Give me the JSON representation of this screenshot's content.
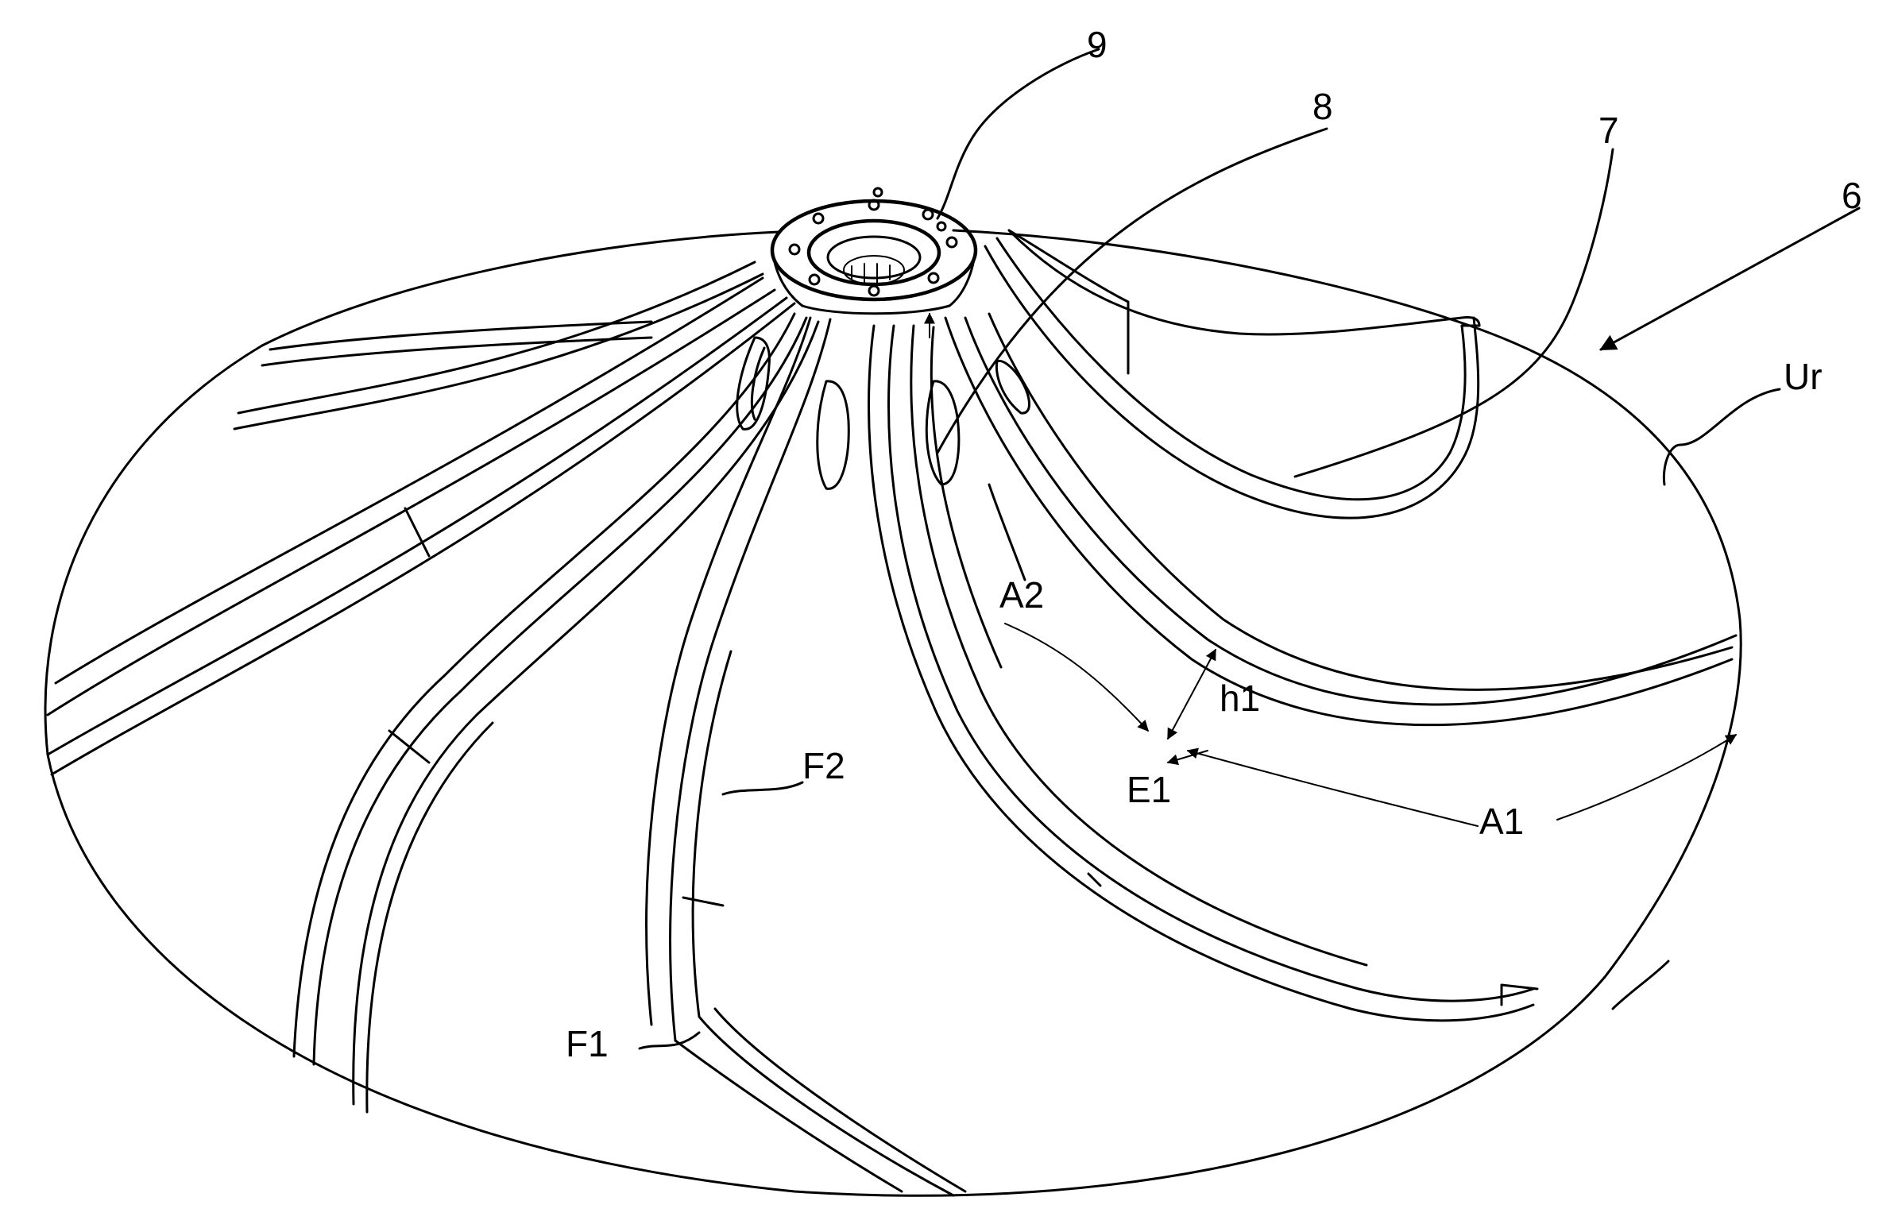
{
  "figure": {
    "labels": {
      "l9": "9",
      "l8": "8",
      "l7": "7",
      "l6": "6",
      "ur": "Ur",
      "a2": "A2",
      "h1": "h1",
      "e1": "E1",
      "a1": "A1",
      "f2": "F2",
      "f1": "F1"
    },
    "colors": {
      "ink": "#000000",
      "paper": "#ffffff"
    }
  }
}
